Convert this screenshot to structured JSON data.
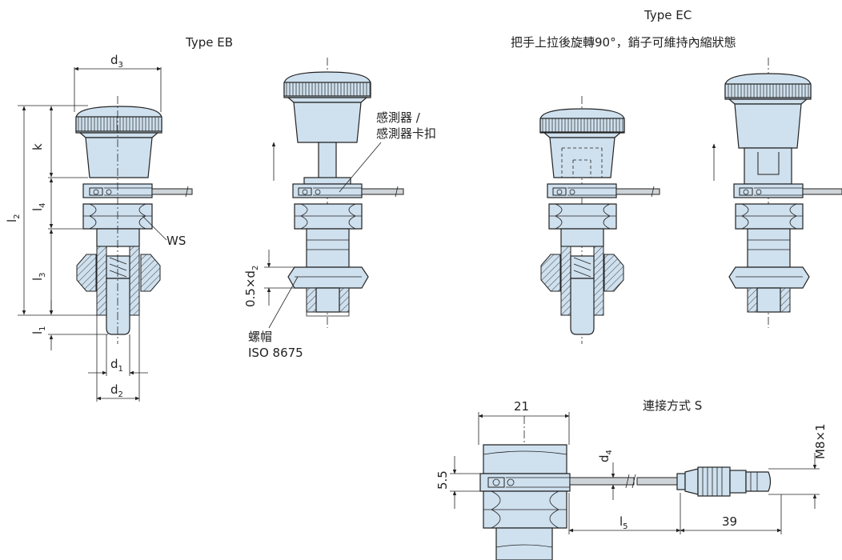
{
  "labels": {
    "type_eb": "Type  EB",
    "type_ec": "Type  EC",
    "type_ec_note": "把手上拉後旋轉90°，銷子可維持內縮狀態",
    "sensor_line1": "感測器 /",
    "sensor_line2": "感測器卡扣",
    "ws": "WS",
    "nut_line1": "螺帽",
    "nut_line2": "ISO 8675",
    "connection": "連接方式  S"
  },
  "dims": {
    "d3": {
      "main": "d",
      "sub": "3"
    },
    "k": {
      "main": "k",
      "sub": ""
    },
    "l4": {
      "main": "l",
      "sub": "4"
    },
    "l2": {
      "main": "l",
      "sub": "2"
    },
    "l3": {
      "main": "l",
      "sub": "3"
    },
    "l1": {
      "main": "l",
      "sub": "1"
    },
    "d1": {
      "main": "d",
      "sub": "1"
    },
    "d2": {
      "main": "d",
      "sub": "2"
    },
    "half_d2": {
      "main": "0.5×d",
      "sub": "2"
    },
    "w21": "21",
    "h55": "5.5",
    "d4": {
      "main": "d",
      "sub": "4"
    },
    "l5": {
      "main": "l",
      "sub": "5"
    },
    "w39": "39",
    "m8": "M8×1"
  }
}
